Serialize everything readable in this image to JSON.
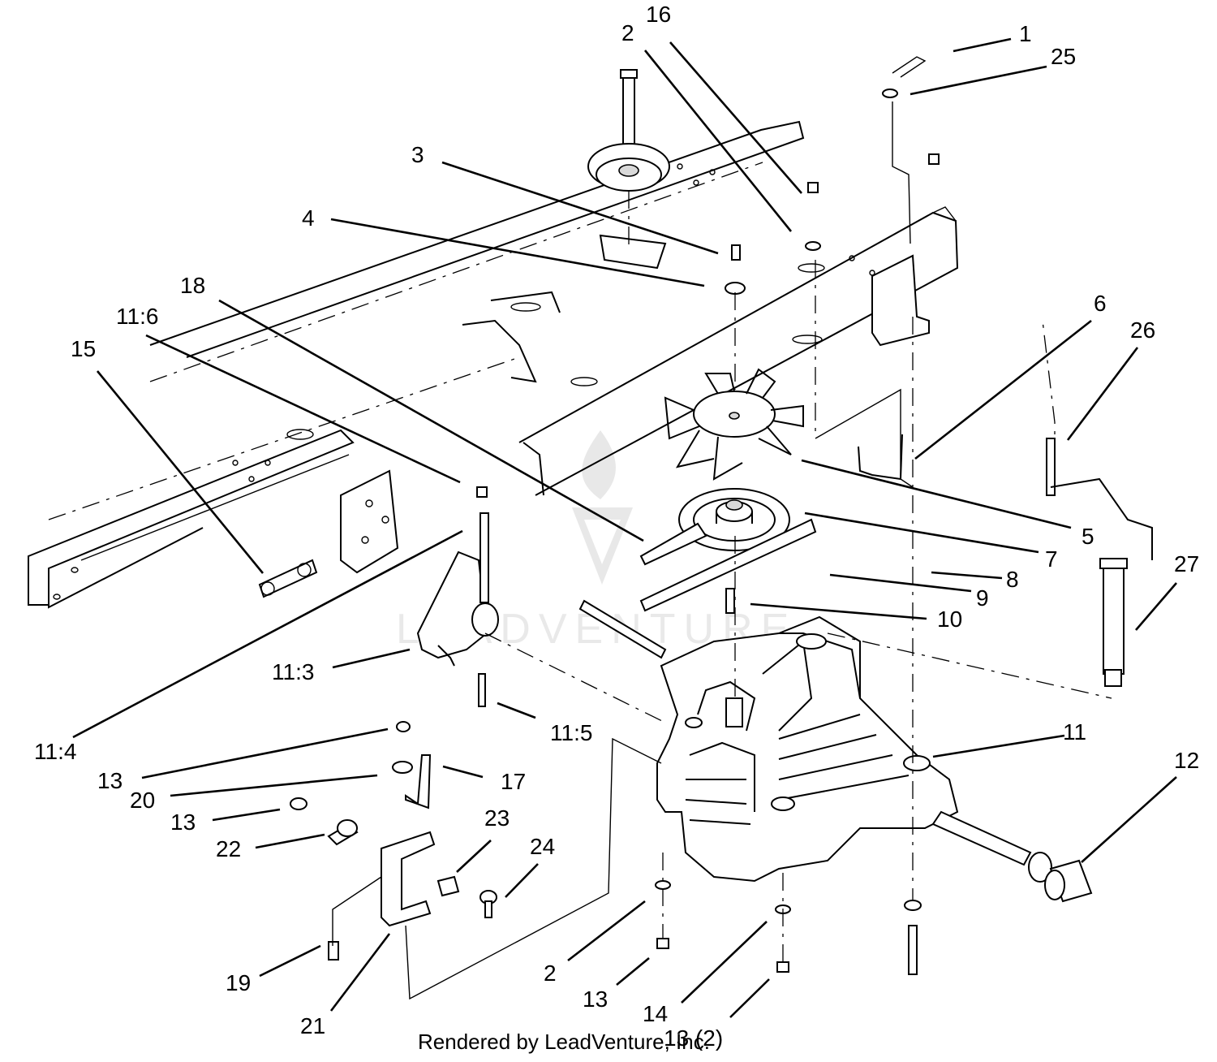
{
  "labels": {
    "l1": "1",
    "l25": "25",
    "l16": "16",
    "l2a": "2",
    "l3": "3",
    "l4": "4",
    "l18": "18",
    "l11_6": "11:6",
    "l15": "15",
    "l6": "6",
    "l26": "26",
    "l5": "5",
    "l7": "7",
    "l8": "8",
    "l9": "9",
    "l10": "10",
    "l27": "27",
    "l11_3": "11:3",
    "l11_5": "11:5",
    "l11_4": "11:4",
    "l11": "11",
    "l12": "12",
    "l13a": "13",
    "l17": "17",
    "l20": "20",
    "l13b": "13",
    "l23": "23",
    "l22": "22",
    "l24": "24",
    "l19": "19",
    "l21": "21",
    "l2b": "2",
    "l13c": "13",
    "l14": "14",
    "l13d": "13 (2)"
  },
  "watermark": {
    "text": "LEADVENTURE"
  },
  "credit": "Rendered by LeadVenture, Inc."
}
